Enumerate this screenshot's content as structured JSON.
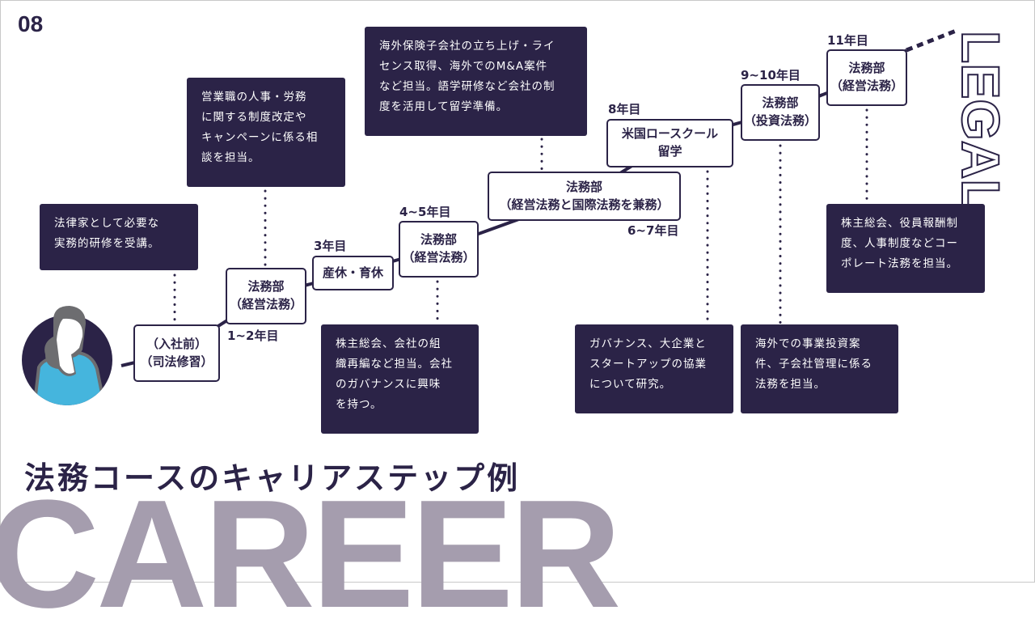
{
  "page_number": "08",
  "side_label": "LEGAL",
  "title": "法務コースのキャリアステップ例",
  "watermark": "CAREER",
  "colors": {
    "primary": "#2b2347",
    "watermark": "#a59dae",
    "avatar_shirt": "#45b5dd",
    "avatar_hair": "#6d6d70"
  },
  "steps": [
    {
      "label": "（入社前）\n（司法修習）",
      "year": ""
    },
    {
      "label": "法務部\n（経営法務）",
      "year": "1~2年目"
    },
    {
      "label": "産休・育休",
      "year": "3年目"
    },
    {
      "label": "法務部\n（経営法務）",
      "year": "4~5年目"
    },
    {
      "label": "法務部\n（経営法務と国際法務を兼務）",
      "year": "6~7年目"
    },
    {
      "label": "米国ロースクール\n留学",
      "year": "8年目"
    },
    {
      "label": "法務部\n（投資法務）",
      "year": "9~10年目"
    },
    {
      "label": "法務部\n（経営法務）",
      "year": "11年目"
    }
  ],
  "notes": [
    "法律家として必要な\n実務的研修を受講。",
    "営業職の人事・労務\nに関する制度改定や\nキャンペーンに係る相\n談を担当。",
    "株主総会、会社の組\n織再編など担当。会社\nのガバナンスに興味\nを持つ。",
    "海外保険子会社の立ち上げ・ライ\nセンス取得、海外でのM&A案件\nなど担当。語学研修など会社の制\n度を活用して留学準備。",
    "ガバナンス、大企業と\nスタートアップの協業\nについて研究。",
    "海外での事業投資案\n件、子会社管理に係る\n法務を担当。",
    "株主総会、役員報酬制\n度、人事制度などコー\nポレート法務を担当。"
  ]
}
